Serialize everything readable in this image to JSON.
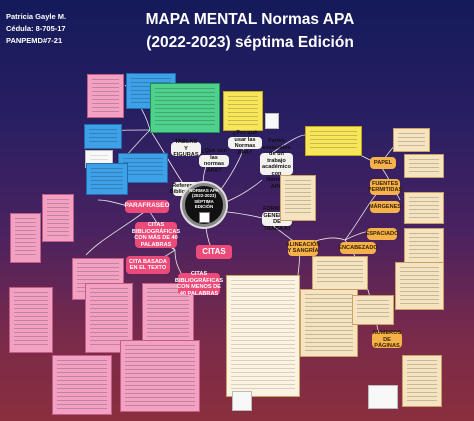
{
  "author": {
    "name": "Patricia Gayle M.",
    "id": "Cédula: 8-705-17",
    "code": "PANPEMD#7-21"
  },
  "title": {
    "line1": "MAPA MENTAL Normas APA",
    "line2": "(2022-2023) séptima Edición"
  },
  "center": {
    "line1": "NORMAS APA",
    "line2": "(2022-2023) SÉPTIMA",
    "line3": "EDICIÓN"
  },
  "nodes": {
    "tablas": "TABLAS Y FIGURAS",
    "que_son": "¿Qué son las normas APA?",
    "por_que": "¿Por qué usar las Normas APA?",
    "partes": "Partes esenciales de un trabajo académico con Normas APA",
    "referencias": "Referencias Bibliográficas",
    "formato": "FORMATO GENERAL DE TRABAJO",
    "parafraseo": "PARAFRASEO",
    "citas": "CITAS",
    "citas_menos": "CITAS BIBLIOGRÁFICAS CON MÁS DE 40 PALABRAS",
    "citas_basadas": "CITA BASADA EN EL TEXTO",
    "citas_mas": "CITAS BIBLIOGRÁFICAS CON MENOS DE 40 PALABRAS",
    "papel": "PAPEL",
    "fuentes": "FUENTES PERMITIDAS",
    "margenes": "MÁRGENES",
    "espaciado": "ESPACIADO",
    "alineacion": "ALINEACIÓN Y SANGRÍA",
    "encabezado": "ENCABEZADO",
    "numeros": "NÚMEROS DE PÁGINAS"
  }
}
